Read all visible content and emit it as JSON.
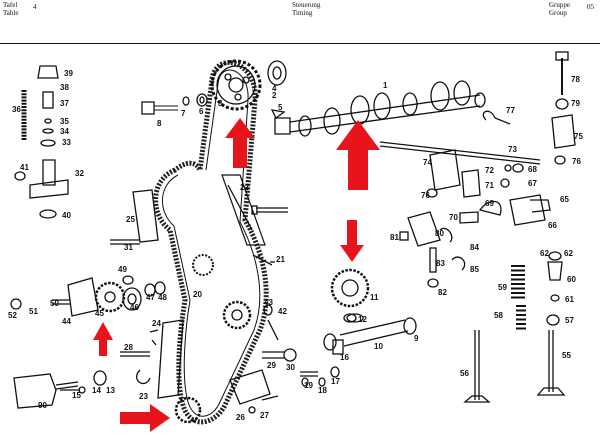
{
  "header": {
    "tafel": "Tafel",
    "table": "Table",
    "number": "4",
    "steuerung": "Steuerung",
    "timing": "Timing",
    "gruppe": "Gruppe",
    "group": "Group",
    "group_number": "05"
  },
  "diagram": {
    "arrow_color": "#e8141b",
    "labels": [
      "1",
      "2",
      "3",
      "4",
      "5",
      "6",
      "7",
      "8",
      "9",
      "10",
      "11",
      "12",
      "13",
      "14",
      "15",
      "16",
      "17",
      "18",
      "19",
      "20",
      "21",
      "22",
      "23",
      "24",
      "25",
      "26",
      "27",
      "28",
      "29",
      "30",
      "31",
      "32",
      "33",
      "34",
      "35",
      "36",
      "37",
      "38",
      "39",
      "40",
      "41",
      "42",
      "43",
      "44",
      "45",
      "46",
      "47",
      "48",
      "49",
      "50",
      "51",
      "52",
      "55",
      "56",
      "57",
      "58",
      "59",
      "60",
      "61",
      "62",
      "65",
      "66",
      "67",
      "68",
      "69",
      "70",
      "71",
      "72",
      "73",
      "74",
      "75",
      "76",
      "77",
      "78",
      "79",
      "80",
      "81",
      "82",
      "83",
      "84",
      "85",
      "90"
    ]
  }
}
